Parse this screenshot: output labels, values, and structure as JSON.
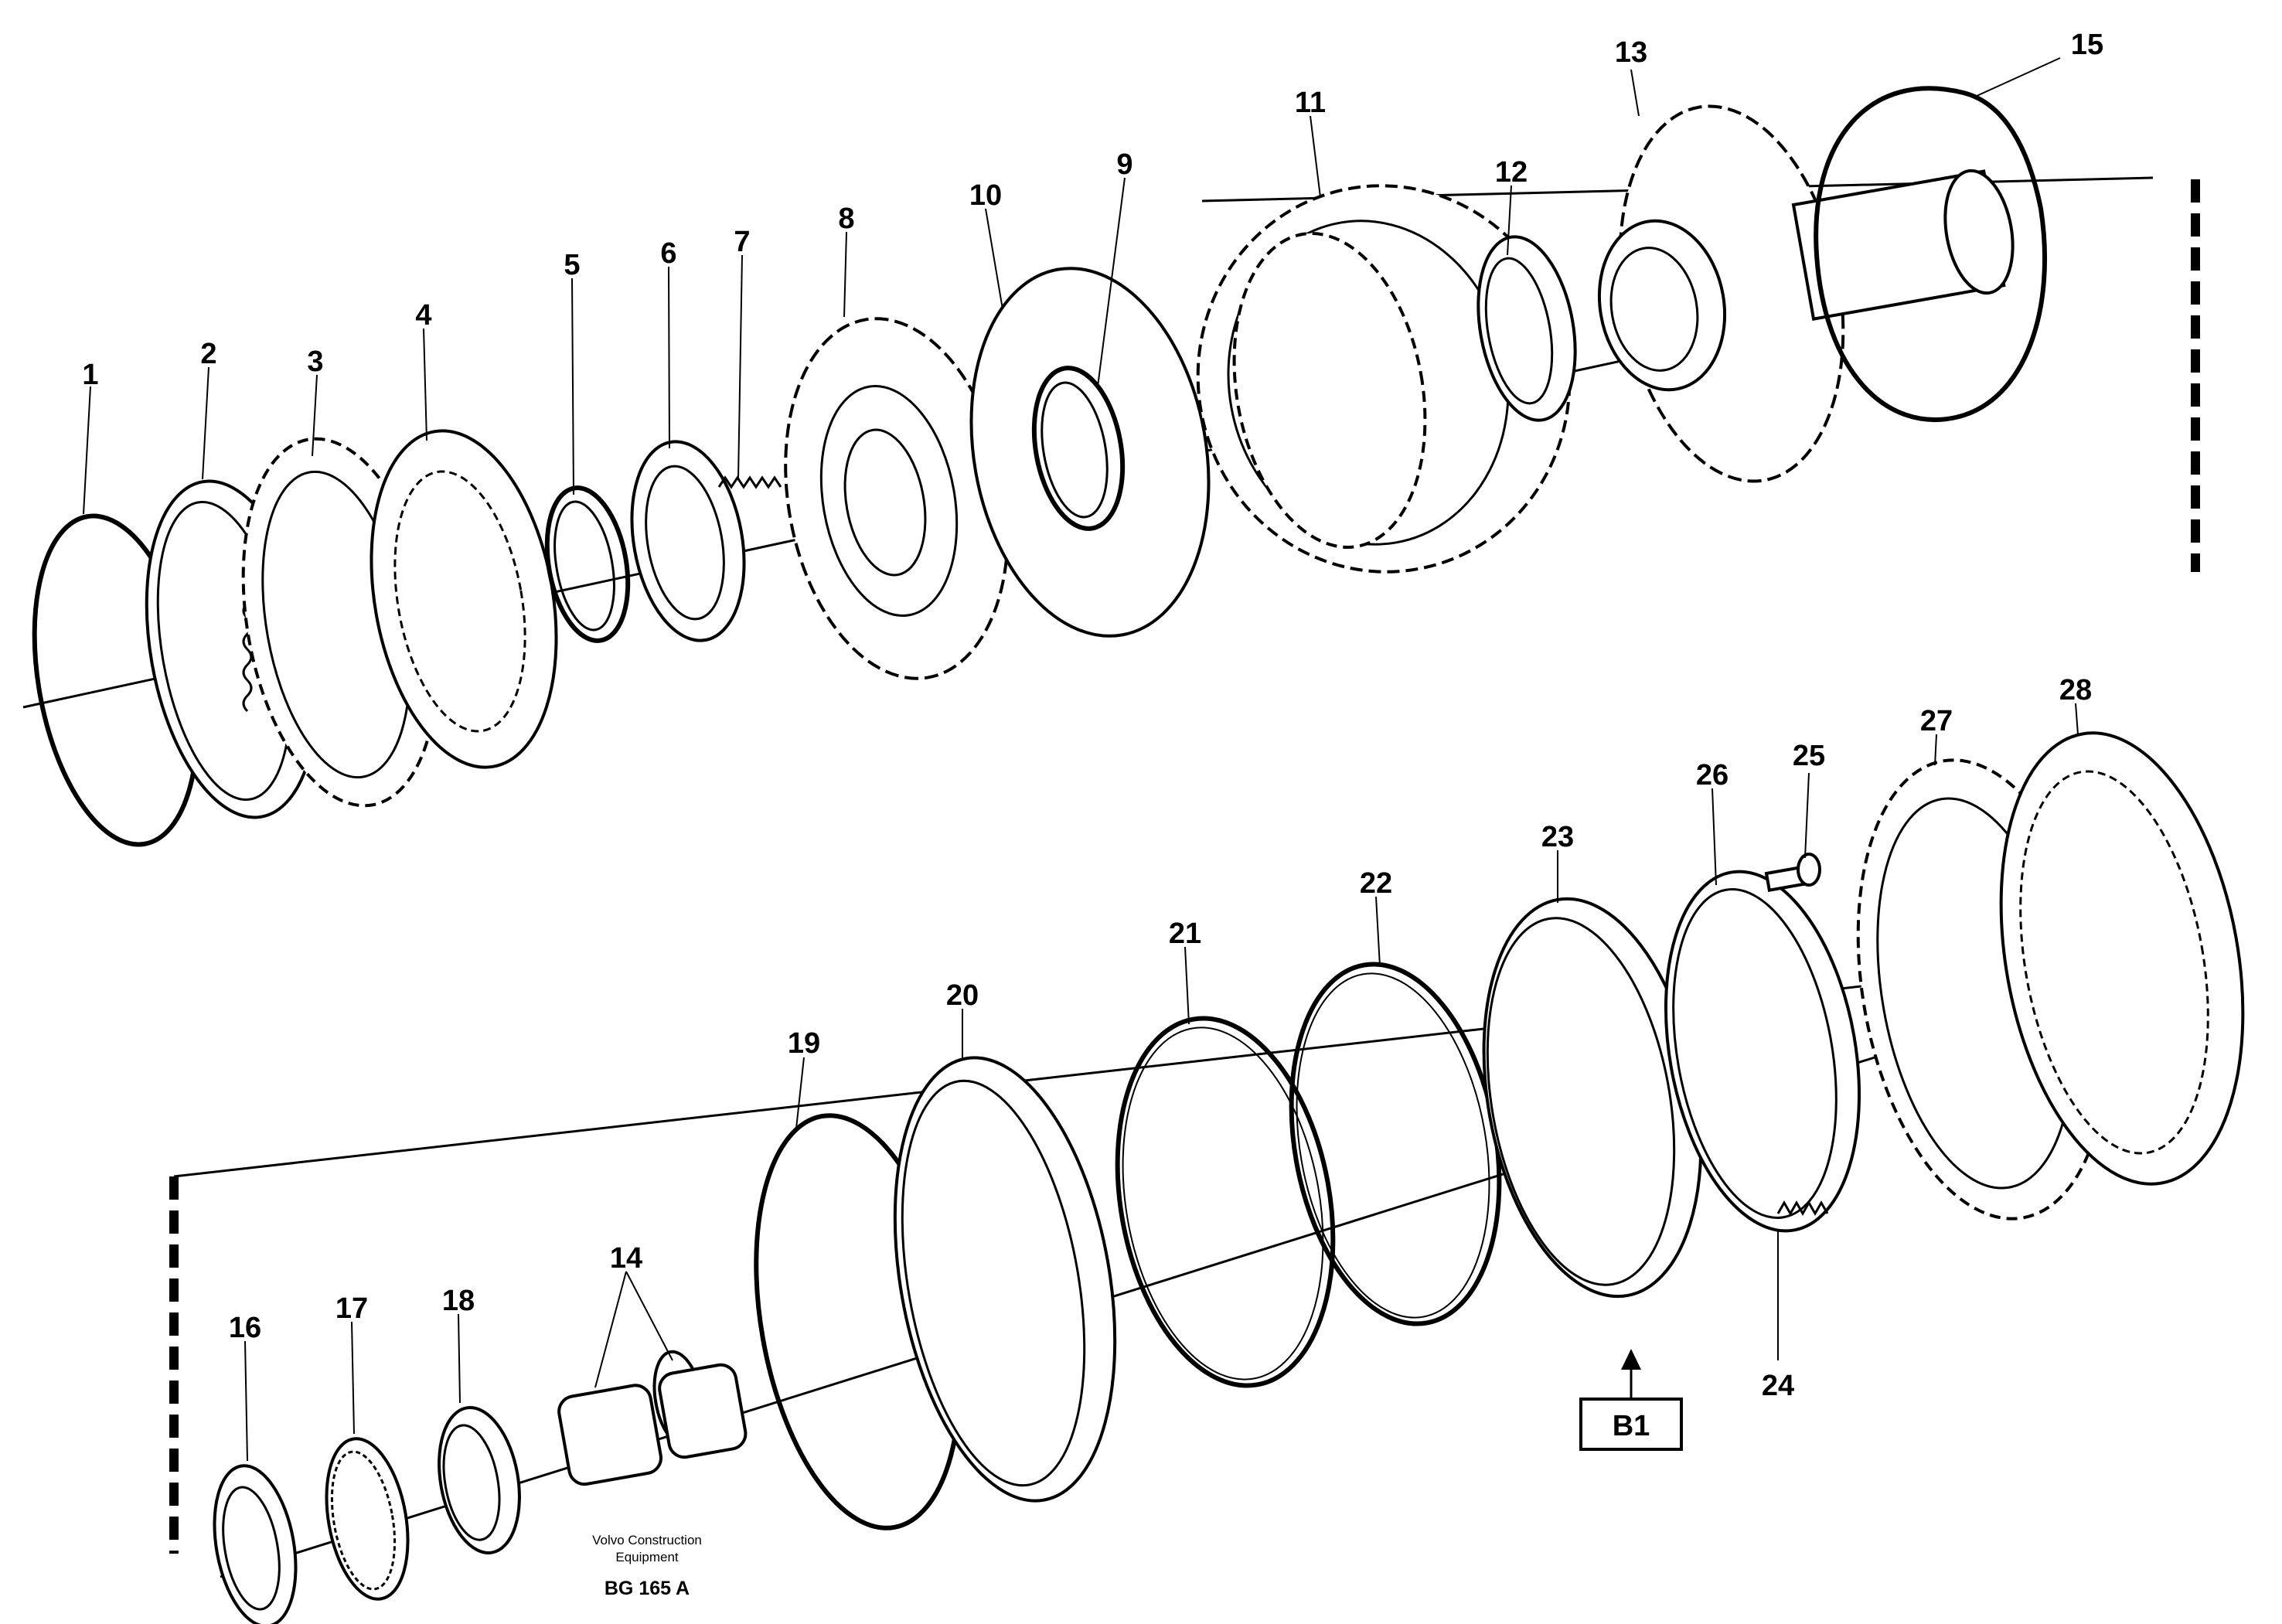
{
  "diagram": {
    "part_numbers": [
      "1",
      "2",
      "3",
      "4",
      "5",
      "6",
      "7",
      "8",
      "9",
      "10",
      "11",
      "12",
      "13",
      "14",
      "15",
      "16",
      "17",
      "18",
      "19",
      "20",
      "21",
      "22",
      "23",
      "24",
      "25",
      "26",
      "27",
      "28"
    ],
    "view_marker": "B1",
    "footer": {
      "company_line1": "Volvo Construction",
      "company_line2": "Equipment",
      "drawing_code": "BG 165 A"
    }
  }
}
